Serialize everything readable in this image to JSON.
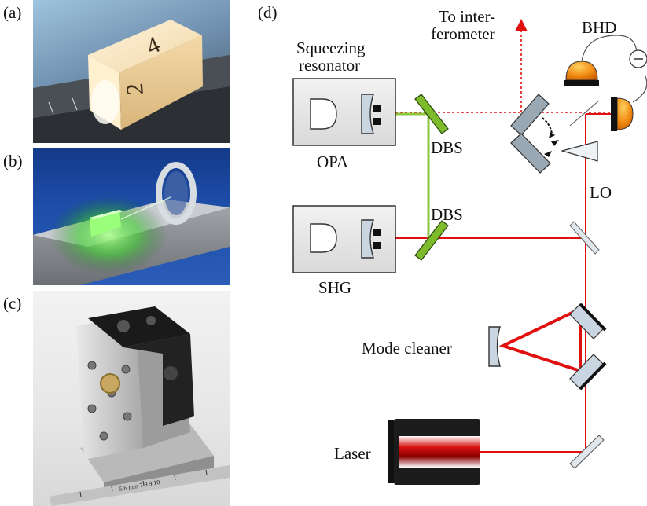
{
  "panels": {
    "a": "(a)",
    "b": "(b)",
    "c": "(c)",
    "d": "(d)"
  },
  "photo_a": {
    "crystal_text_1": "4",
    "crystal_text_2": "2"
  },
  "photo_c": {
    "ruler_text": "5 6 mm 7 8 9 10"
  },
  "diagram": {
    "interferometer_label_1": "To inter-",
    "interferometer_label_2": "ferometer",
    "bhd_label": "BHD",
    "squeezing_label_1": "Squeezing",
    "squeezing_label_2": "resonator",
    "opa_label": "OPA",
    "dbs_top_label": "DBS",
    "dbs_bottom_label": "DBS",
    "shg_label": "SHG",
    "lo_label": "LO",
    "mode_cleaner_label": "Mode cleaner",
    "laser_label": "Laser"
  },
  "colors": {
    "beam_red": "#e01010",
    "beam_green": "#8cc63f",
    "mirror_fill": "#b7c4cf",
    "dbs_fill": "#7dbb2a",
    "box_fill": "#e6e6e6",
    "detector_fill": "#f0a020"
  }
}
